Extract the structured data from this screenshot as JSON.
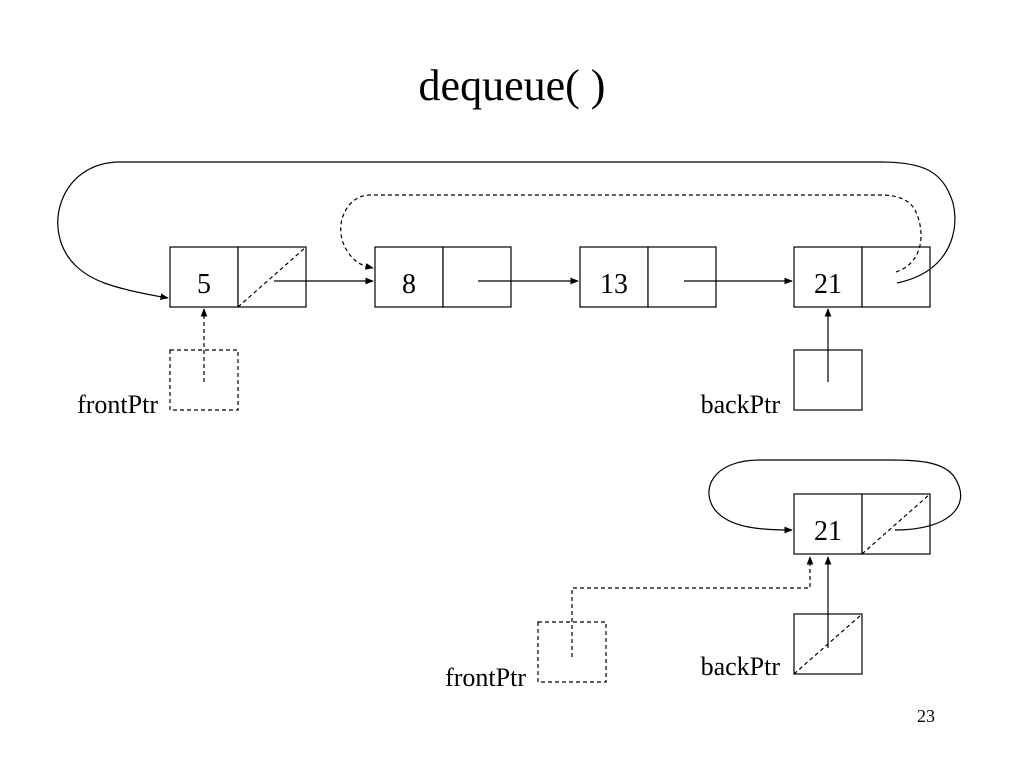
{
  "slide": {
    "title": "dequeue( )",
    "page_number": "23"
  },
  "before": {
    "nodes": [
      {
        "value": "5",
        "next": "null (dashed)"
      },
      {
        "value": "8",
        "next": "13"
      },
      {
        "value": "13",
        "next": "21"
      },
      {
        "value": "21",
        "next": "8 (dashed)"
      }
    ],
    "front_ptr": {
      "label": "frontPtr",
      "points_to": "5",
      "style": "dashed"
    },
    "back_ptr": {
      "label": "backPtr",
      "points_to": "21",
      "style": "solid"
    }
  },
  "after": {
    "nodes": [
      {
        "value": "21",
        "next": "null"
      }
    ],
    "front_ptr": {
      "label": "frontPtr",
      "points_to": "21",
      "style": "dashed"
    },
    "back_ptr": {
      "label": "backPtr",
      "points_to": "21",
      "style": "solid"
    }
  }
}
